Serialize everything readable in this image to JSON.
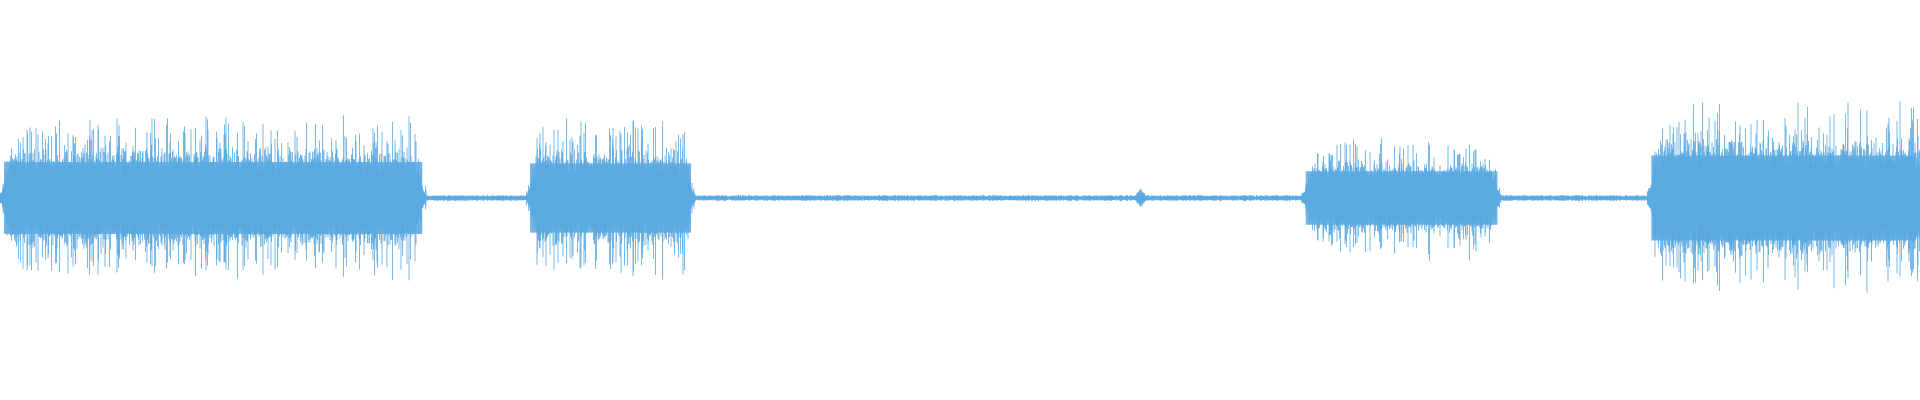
{
  "waveform": {
    "color": "#5aa9e1",
    "background": "#ffffff",
    "bursts": [
      {
        "start": 0.0,
        "end": 0.222,
        "level": 0.78
      },
      {
        "start": 0.274,
        "end": 0.362,
        "level": 0.75
      },
      {
        "start": 0.678,
        "end": 0.782,
        "level": 0.58
      },
      {
        "start": 0.858,
        "end": 1.0,
        "level": 0.92
      }
    ],
    "quiet_level": 0.03,
    "blip": {
      "at": 0.594,
      "level": 0.1
    }
  }
}
